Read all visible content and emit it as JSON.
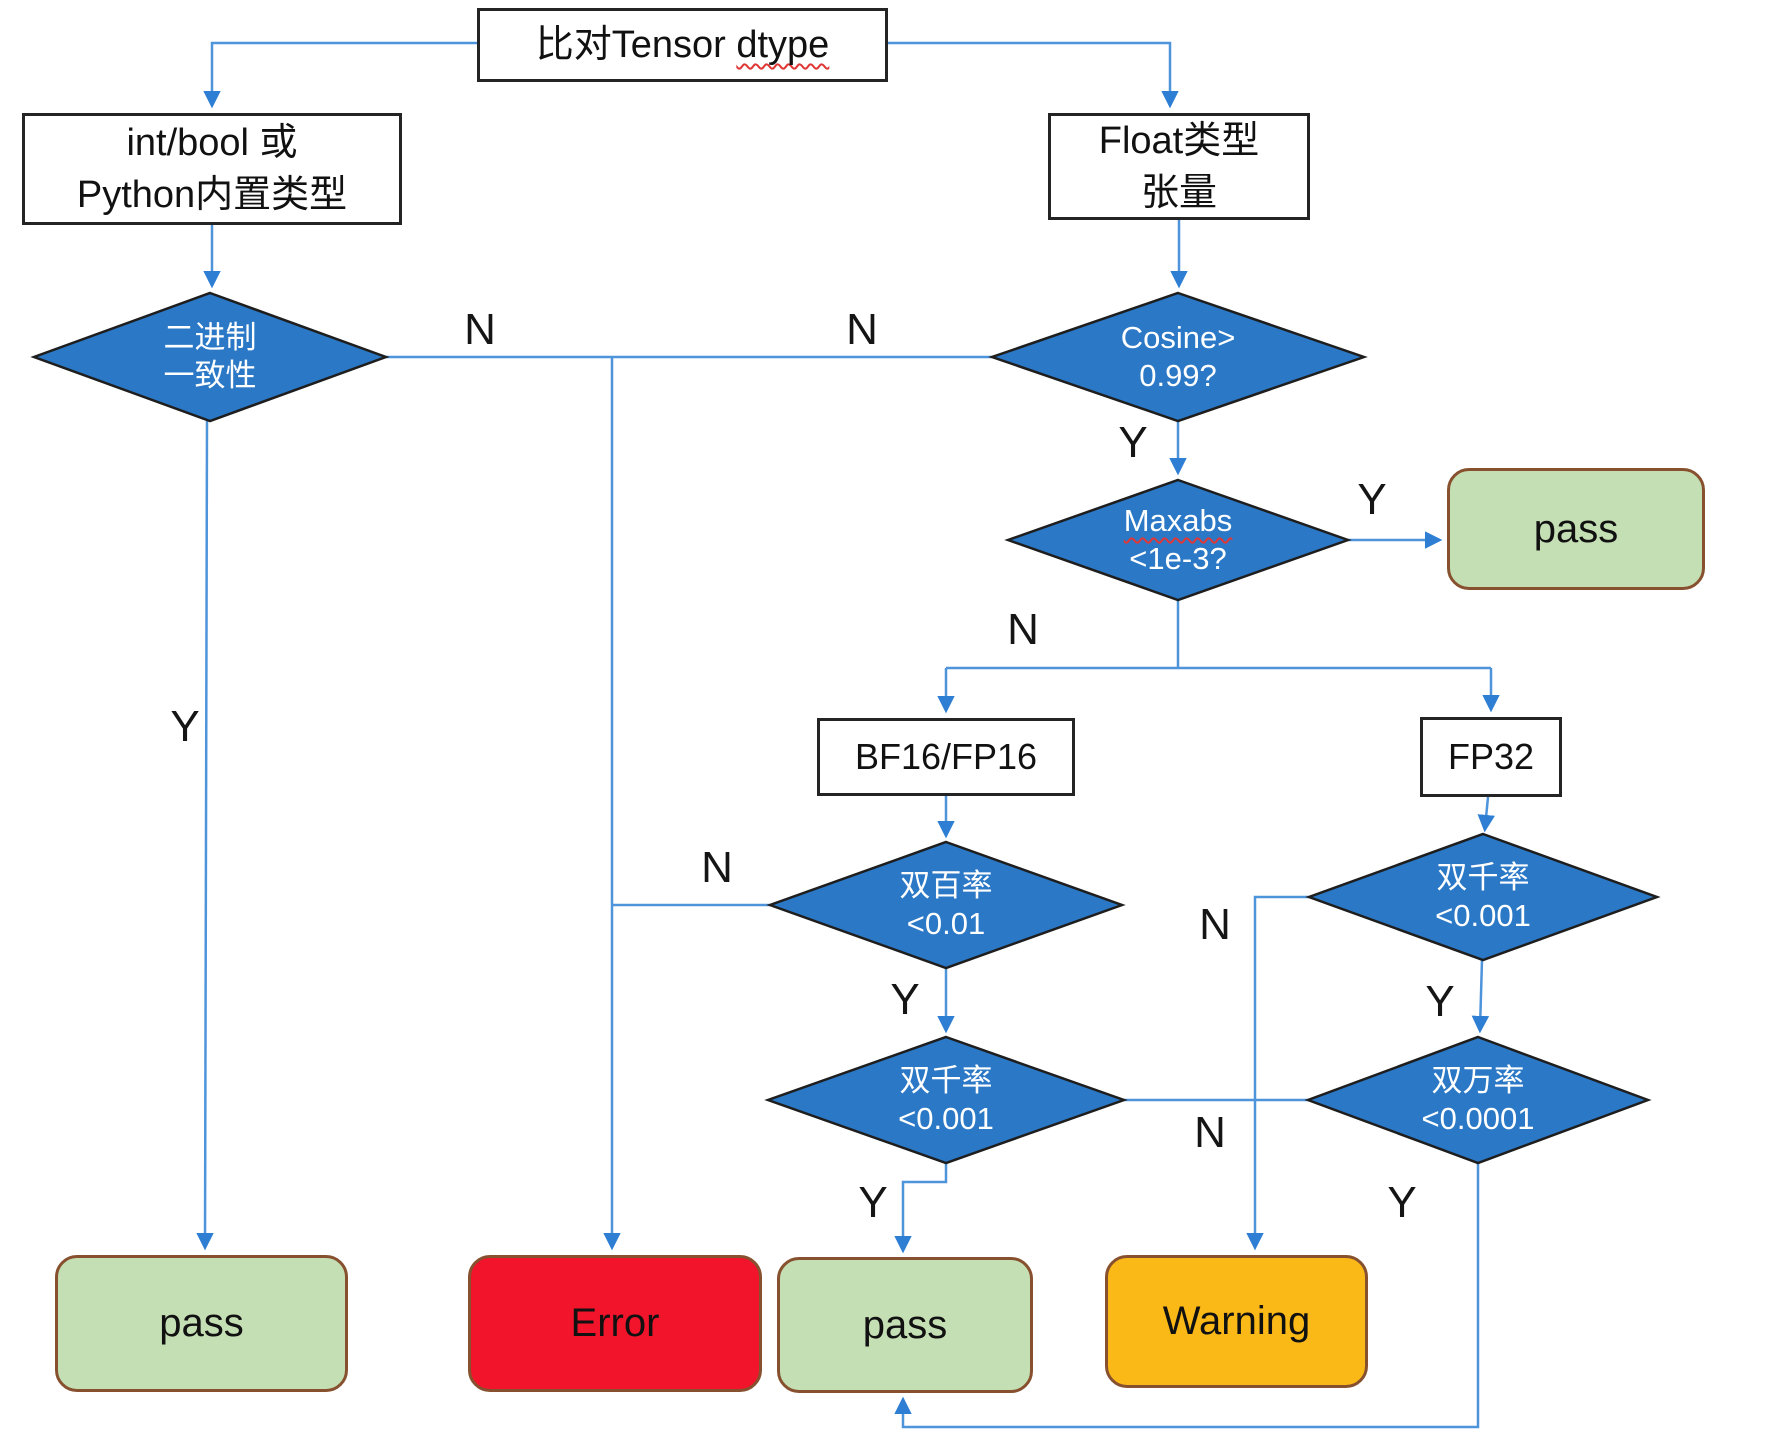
{
  "page": {
    "background": "#FFFFFF"
  },
  "colors": {
    "decision_fill": "#2B78C6",
    "decision_border": "#1E1E1E",
    "process_fill": "#FFFFFF",
    "process_border": "#242424",
    "terminal_border": "#87512F",
    "pass_fill": "#C5DFB4",
    "error_fill": "#F2142B",
    "warning_fill": "#FBB917",
    "connector": "#4E94DB",
    "arrowhead": "#2E7FD4",
    "spellcheck_underline": "#E03636",
    "text_dark": "#111111",
    "text_light": "#FFFFFF"
  },
  "nodes": {
    "compare_dtype": {
      "text_prefix": "比对Tensor ",
      "text_flagged": "dtype"
    },
    "int_bool": {
      "line1": "int/bool 或",
      "line2": "Python内置类型"
    },
    "float_tensor": {
      "line1": "Float类型",
      "line2": "张量"
    },
    "binary_consistency": {
      "line1": "二进制",
      "line2": "一致性"
    },
    "cosine": {
      "line1": "Cosine>",
      "line2": "0.99?"
    },
    "maxabs": {
      "line1_flagged": "Maxabs",
      "line2": "<1e-3?"
    },
    "bf16_fp16": {
      "label": "BF16/FP16"
    },
    "fp32": {
      "label": "FP32"
    },
    "double_hundred": {
      "line1": "双百率",
      "line2": "<0.01"
    },
    "double_thousand_left": {
      "line1": "双千率",
      "line2": "<0.001"
    },
    "double_thousand_right": {
      "line1": "双千率",
      "line2": "<0.001"
    },
    "double_ten_thousand": {
      "line1": "双万率",
      "line2": "<0.0001"
    },
    "pass_maxabs": {
      "label": "pass"
    },
    "pass_binary": {
      "label": "pass"
    },
    "error": {
      "label": "Error"
    },
    "pass_mid": {
      "label": "pass"
    },
    "warning": {
      "label": "Warning"
    }
  },
  "edge_labels": {
    "binary_yes": "Y",
    "binary_no": "N",
    "cosine_no": "N",
    "cosine_yes": "Y",
    "maxabs_yes": "Y",
    "maxabs_no": "N",
    "hundred_no": "N",
    "hundred_yes": "Y",
    "thousand_right_no": "N",
    "thousand_right_yes": "Y",
    "thousand_left_yes": "Y",
    "merge_no": "N",
    "ten_thousand_yes": "Y"
  }
}
